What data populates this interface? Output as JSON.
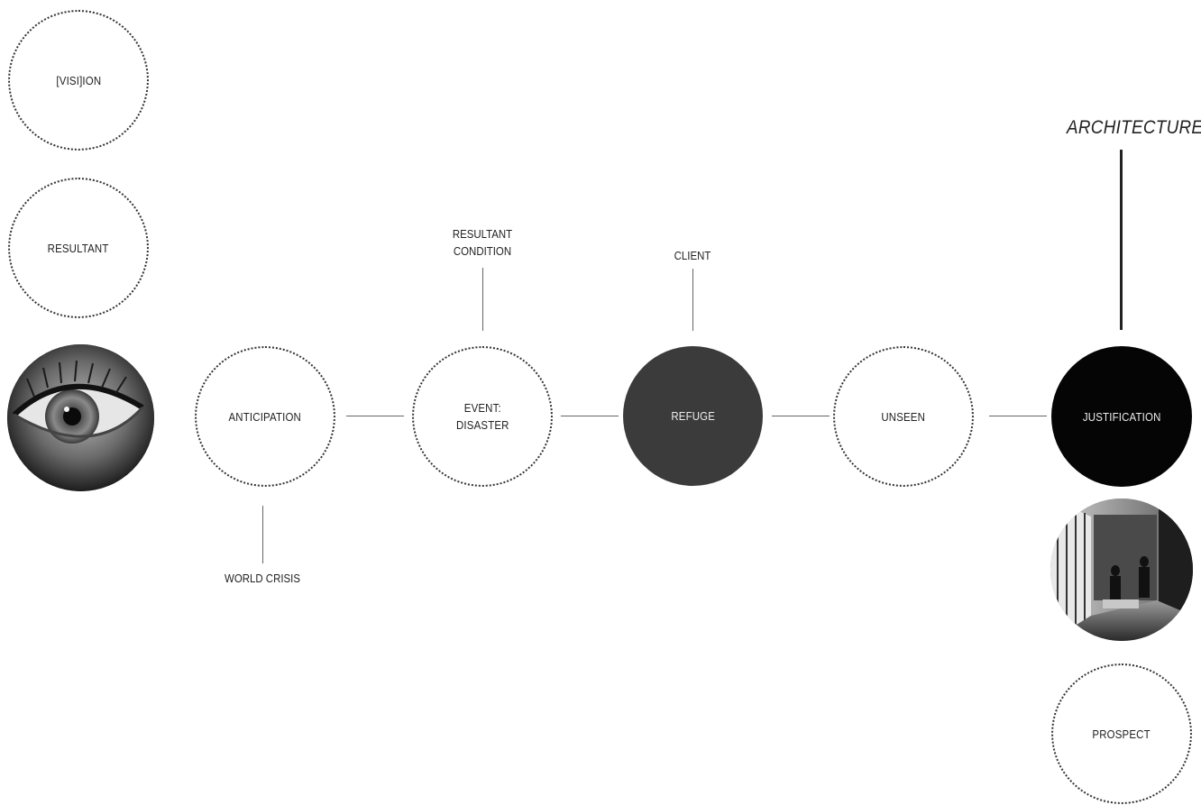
{
  "circles": {
    "vision": "[VISI]ION",
    "resultant": "RESULTANT",
    "anticipation": "ANTICIPATION",
    "event": "EVENT:\nDISASTER",
    "refuge": "REFUGE",
    "unseen": "UNSEEN",
    "justification": "JUSTIFICATION",
    "prospect": "PROSPECT"
  },
  "labels": {
    "resultant_condition": "RESULTANT\nCONDITION",
    "client": "CLIENT",
    "world_crisis": "WORLD CRISIS",
    "architecture": "ARCHITECTURE"
  },
  "colors": {
    "refuge_fill": "#3b3b3b",
    "justification_fill": "#050505",
    "dotted_border": "#333333"
  },
  "images": {
    "eye_photo": "eye-photo",
    "interior_photo": "interior-photo"
  }
}
